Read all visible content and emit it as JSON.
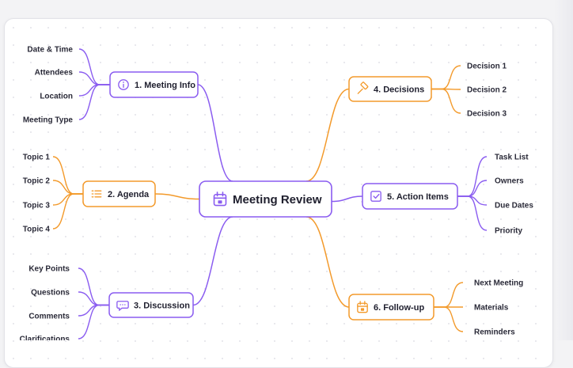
{
  "center": {
    "label": "Meeting Review",
    "icon": "calendar-icon"
  },
  "branches": [
    {
      "id": "meeting-info",
      "label": "1. Meeting Info",
      "icon": "info-icon",
      "leaves": [
        "Date & Time",
        "Attendees",
        "Location",
        "Meeting Type"
      ]
    },
    {
      "id": "agenda",
      "label": "2. Agenda",
      "icon": "list-icon",
      "leaves": [
        "Topic 1",
        "Topic 2",
        "Topic 3",
        "Topic 4"
      ]
    },
    {
      "id": "discussion",
      "label": "3. Discussion",
      "icon": "chat-icon",
      "leaves": [
        "Key Points",
        "Questions",
        "Comments",
        "Clarifications"
      ]
    },
    {
      "id": "decisions",
      "label": "4. Decisions",
      "icon": "gavel-icon",
      "leaves": [
        "Decision 1",
        "Decision 2",
        "Decision 3"
      ]
    },
    {
      "id": "action-items",
      "label": "5. Action Items",
      "icon": "checkbox-icon",
      "leaves": [
        "Task List",
        "Owners",
        "Due Dates",
        "Priority"
      ]
    },
    {
      "id": "follow-up",
      "label": "6. Follow-up",
      "icon": "calendar-icon",
      "leaves": [
        "Next Meeting",
        "Materials",
        "Reminders"
      ]
    }
  ],
  "colors": {
    "purple": "#8a5cf0",
    "orange": "#f39a2b",
    "text": "#1f1f2e"
  }
}
